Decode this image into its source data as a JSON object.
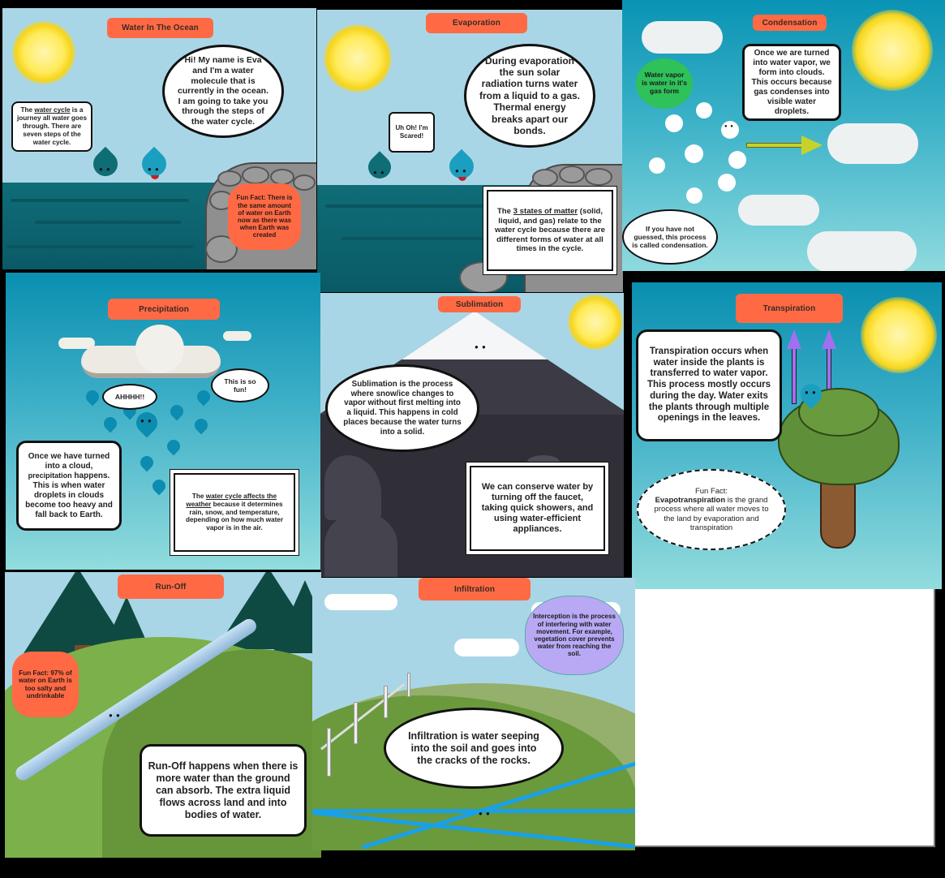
{
  "storyboard": {
    "panels": [
      {
        "id": "water-in-the-ocean",
        "title": "Water In The Ocean",
        "speech_main": "Hi! My name is Eva and I'm a water molecule that is currently in the ocean. I am going to take you through the steps of the water cycle.",
        "note_pre": "The ",
        "note_link": "water cycle",
        "note_post": " is a journey all water goes through. There are seven steps of the water cycle.",
        "fun_fact": "Fun Fact: There is the same amount of water on Earth now as there was when Earth was created"
      },
      {
        "id": "evaporation",
        "title": "Evaporation",
        "speech_a": "During ",
        "speech_b": "evaporation",
        "speech_c": " the sun ",
        "speech_d": "solar radiation",
        "speech_e": " turns water from a liquid to a gas. Thermal energy breaks apart our bonds.",
        "scared": "Uh Oh! I'm Scared!",
        "box_pre": "The ",
        "box_link": "3 states of matter",
        "box_post": " (solid, liquid, and gas) relate to the water cycle because there are different forms of water at all times in the cycle."
      },
      {
        "id": "condensation",
        "title": "Condensation",
        "vapor_note": "Water vapor is water in it's gas form",
        "speech": "Once we are turned into water vapor, we form into clouds. This occurs because gas condenses into visible water droplets.",
        "guess_pre": "If you have not guessed, this process is called ",
        "guess_bold": "condensation."
      },
      {
        "id": "precipitation",
        "title": "Precipitation",
        "shout": "AHHHH!!",
        "fun": "This is so fun!",
        "speech_pre": "Once we have turned into a cloud, ",
        "speech_bold": "precipitation",
        "speech_post": " happens. This is when water droplets in clouds become too heavy and fall back to Earth.",
        "box_pre": "The ",
        "box_link": "water cycle affects the weather",
        "box_post": " because it determines rain, snow, and temperature, depending on how much water vapor is in the air."
      },
      {
        "id": "sublimation",
        "title": "Sublimation",
        "speech_bold": "Sublimation",
        "speech_post": " is the process where snow/ice changes to vapor without first melting into a liquid. This happens in cold places because the water turns into a solid.",
        "box": "We can conserve water by turning off the faucet, taking quick showers, and using water-efficient appliances."
      },
      {
        "id": "transpiration",
        "title": "Transpiration",
        "speech_bold": "Transpiration",
        "speech_post": " occurs when water inside the plants is transferred to water vapor. This process mostly occurs during the day. Water exits the plants through multiple openings in the leaves.",
        "fact_pre": "Fun Fact:",
        "fact_bold": "Evapotranspiration",
        "fact_post": " is the grand process where all water moves to the land by evaporation and transpiration"
      },
      {
        "id": "run-off",
        "title": "Run-Off",
        "fun_fact": "Fun Fact: 97% of water on Earth is too salty and undrinkable",
        "speech_bold": "Run-Off",
        "speech_post": " happens when there is more water than the ground can absorb. The extra liquid flows across land and into bodies of water."
      },
      {
        "id": "infiltration",
        "title": "Infiltration",
        "interception_bold": "Interception",
        "interception_post": " is the process of interfering with water movement. For example, vegetation cover prevents water from reaching the soil.",
        "speech_bold": "Infiltration",
        "speech_post": " is water seeping into the soil and goes into the cracks of the rocks."
      }
    ]
  },
  "colors": {
    "title_pill": "#ff6a45",
    "sky_light": "#a8d8e8",
    "ocean": "#0d6e7a",
    "grass": "#6a9a3c",
    "interception_bubble": "#b9a9f5",
    "vapor_bubble": "#2fc15a"
  }
}
